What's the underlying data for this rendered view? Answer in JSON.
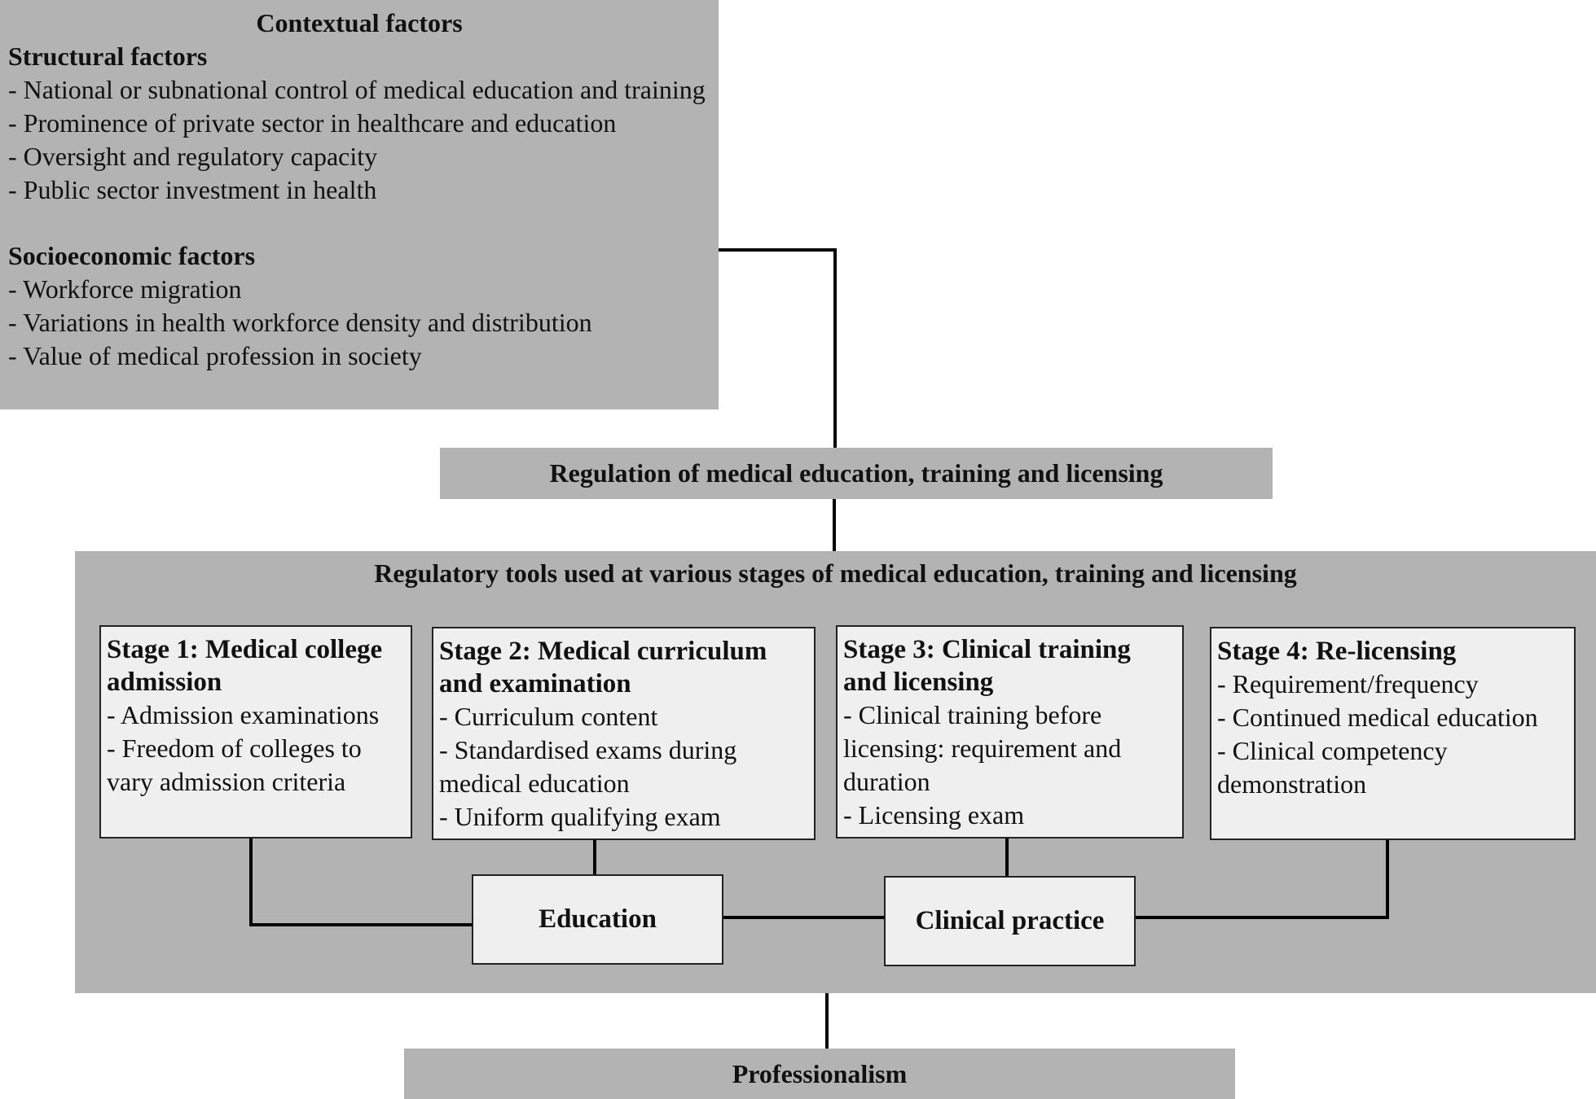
{
  "contextual": {
    "title": "Contextual factors",
    "structural": {
      "heading": "Structural factors",
      "items": [
        "- National or subnational control of medical education and training",
        "- Prominence of private sector in healthcare and education",
        "- Oversight and regulatory capacity",
        "- Public sector investment in health"
      ]
    },
    "socioeconomic": {
      "heading": "Socioeconomic factors",
      "items": [
        "- Workforce migration",
        "- Variations in health workforce density and distribution",
        "- Value of medical profession in society"
      ]
    }
  },
  "regulation": {
    "label": "Regulation of medical education, training and licensing"
  },
  "tools": {
    "title": "Regulatory tools used at various stages of medical education, training and licensing",
    "stages": [
      {
        "heading": "Stage 1: Medical college admission",
        "items": [
          "- Admission examinations",
          "- Freedom of colleges to vary admission criteria"
        ]
      },
      {
        "heading": "Stage 2: Medical curriculum and examination",
        "items": [
          "- Curriculum content",
          "- Standardised exams during medical education",
          "- Uniform qualifying exam"
        ]
      },
      {
        "heading": "Stage 3: Clinical training and licensing",
        "items": [
          "- Clinical training before licensing: requirement and duration",
          "- Licensing exam"
        ]
      },
      {
        "heading": "Stage 4: Re-licensing",
        "items": [
          "- Requirement/frequency",
          "- Continued medical education",
          "- Clinical competency demonstration"
        ]
      }
    ],
    "education": "Education",
    "clinical_practice": "Clinical practice"
  },
  "professionalism": {
    "label": "Professionalism"
  }
}
